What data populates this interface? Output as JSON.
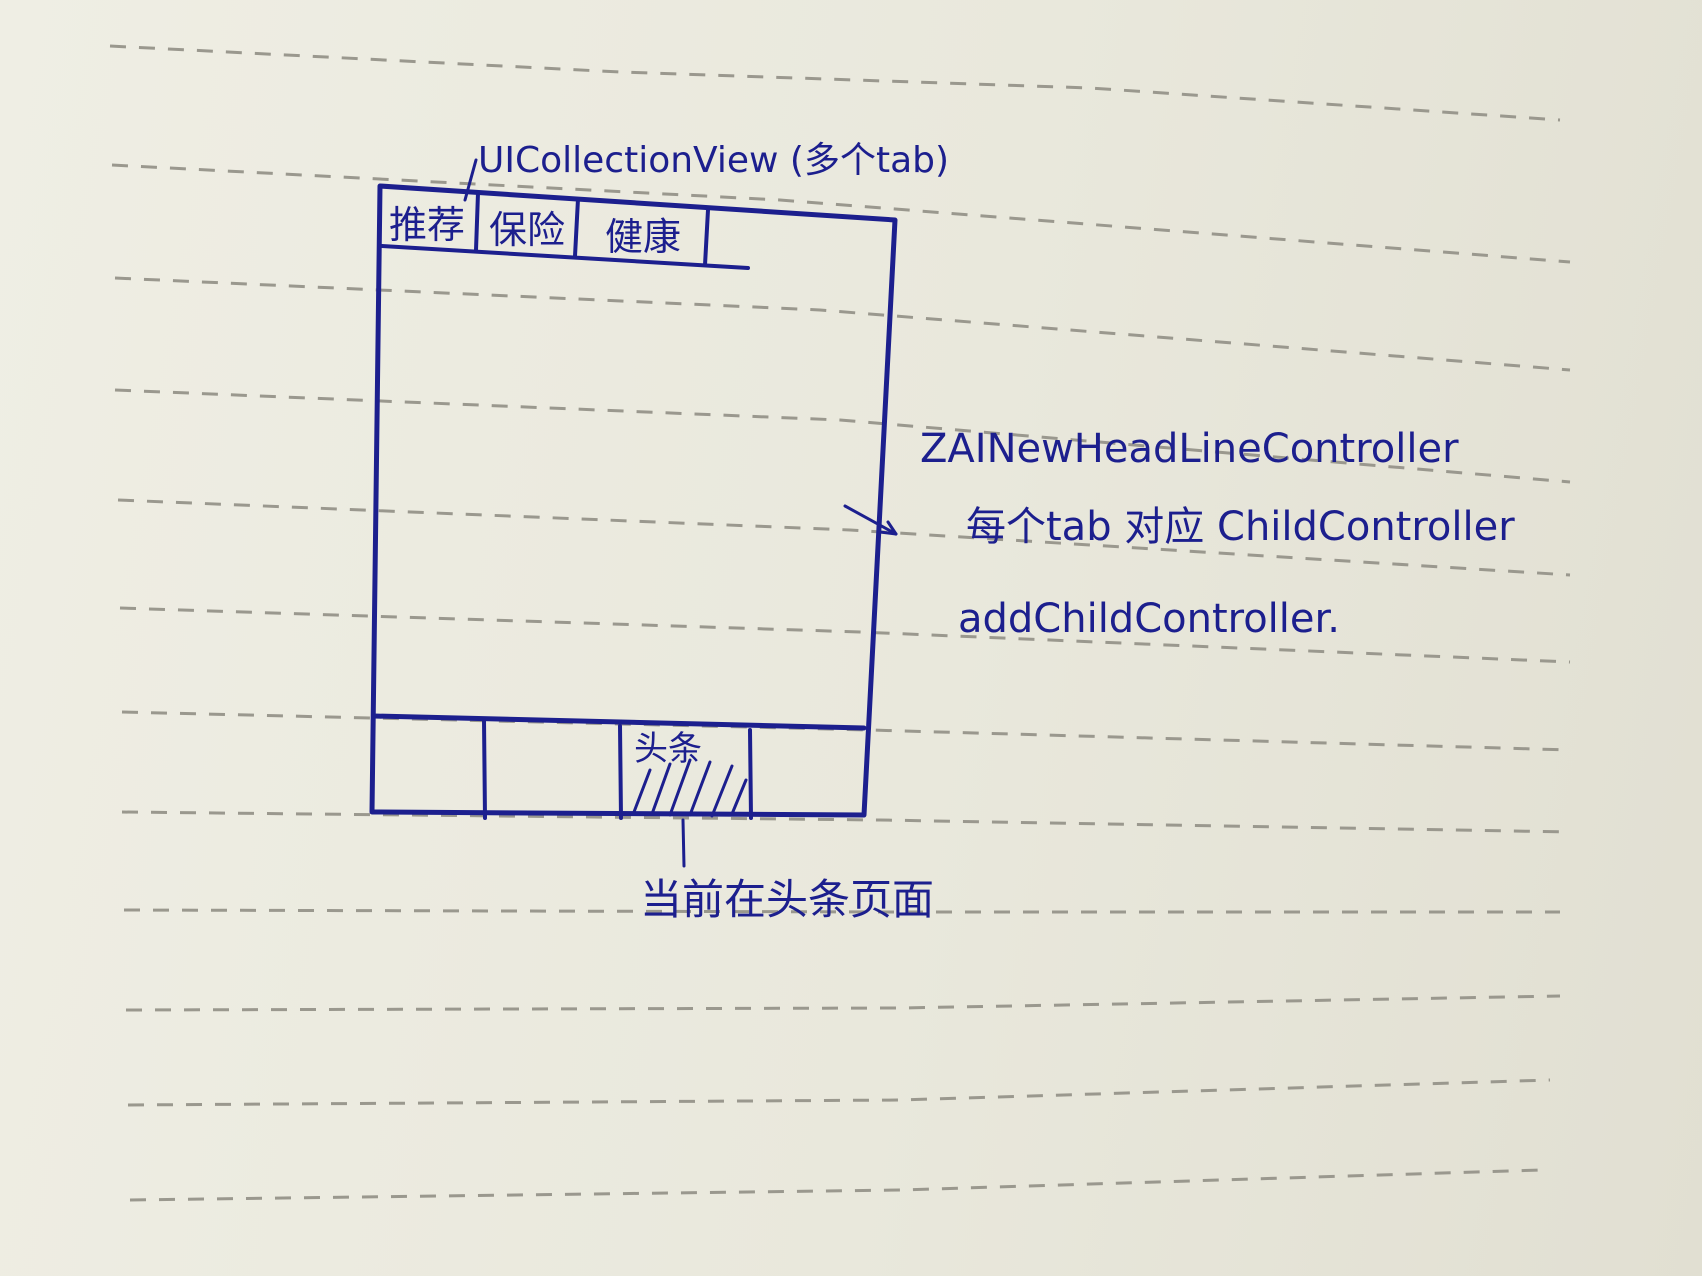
{
  "labels": {
    "top_tabs_label": "UICollectionView (多个tab)",
    "top_tabs": [
      "推荐",
      "保险",
      "健康"
    ],
    "controller_name": "ZAINewHeadLineController",
    "controller_note_1": "每个tab 对应 ChildController",
    "controller_note_2": "addChildController.",
    "bottom_tab_active": "头条",
    "bottom_tab_note": "当前在头条页面"
  },
  "bottom_tab_active_index": 2,
  "colors": {
    "ink": "#1c1f8e",
    "paper": "#ebeadf",
    "rule": "#9a988e"
  }
}
